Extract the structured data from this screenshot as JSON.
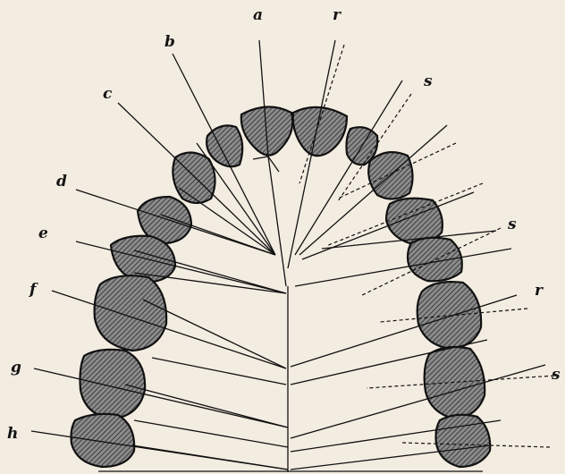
{
  "figure": {
    "labels_left": [
      "a",
      "b",
      "c",
      "d",
      "e",
      "f",
      "g",
      "h"
    ],
    "labels_right": [
      "r",
      "s",
      "s",
      "r",
      "s"
    ]
  }
}
